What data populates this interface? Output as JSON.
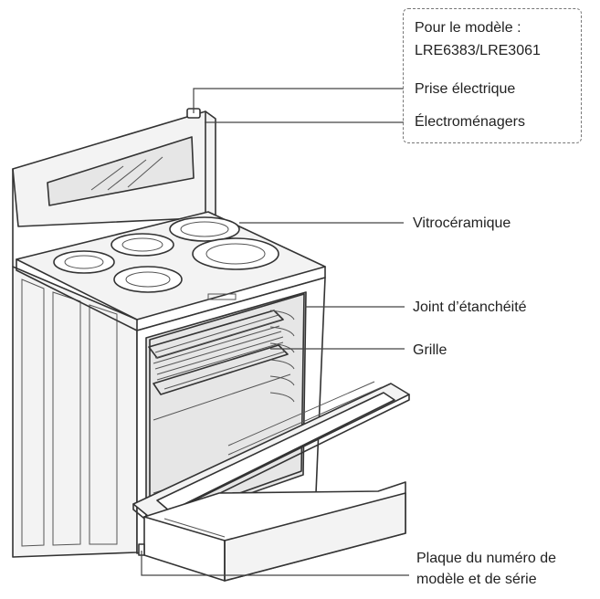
{
  "model_box": {
    "line1": "Pour le modèle :",
    "line2": "LRE6383/LRE3061",
    "prise": "Prise électrique",
    "electromenagers": "Électroménagers"
  },
  "labels": {
    "vitroceramique": "Vitrocéramique",
    "joint": "Joint d’étanchéité",
    "grille": "Grille",
    "plaque_line1": "Plaque du numéro de",
    "plaque_line2": "modèle et de série"
  }
}
